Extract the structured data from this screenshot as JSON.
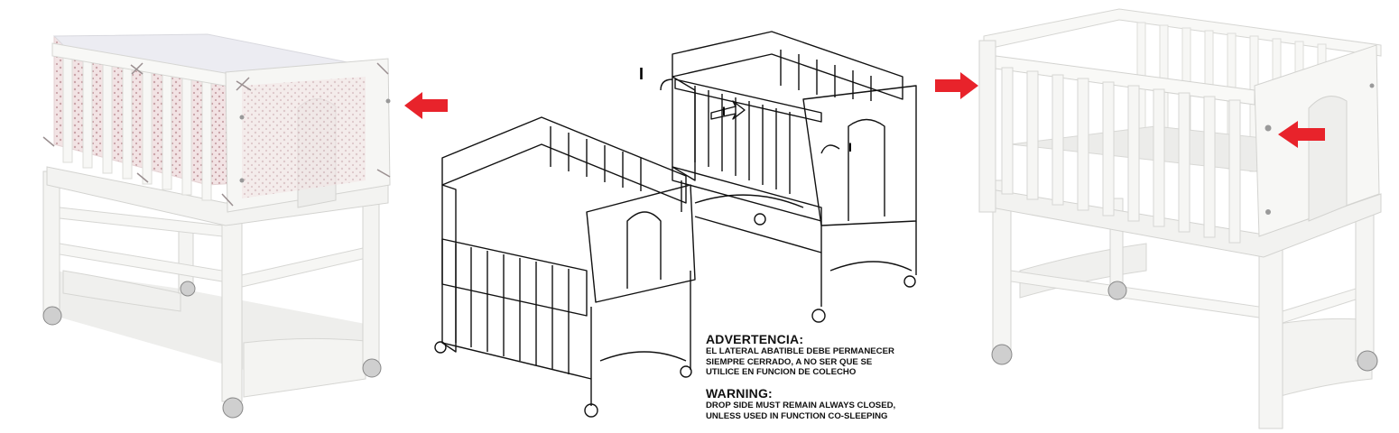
{
  "diagram": {
    "label_i_upper": "I",
    "label_i_middle": "I",
    "label_i_right": "I"
  },
  "warning_es": {
    "title": "ADVERTENCIA:",
    "lines": [
      "EL LATERAL ABATIBLE DEBE PERMANECER",
      "SIEMPRE CERRADO, A NO SER QUE SE",
      "UTILICE EN FUNCION DE COLECHO"
    ]
  },
  "warning_en": {
    "title": "WARNING:",
    "lines": [
      "DROP SIDE MUST REMAIN ALWAYS CLOSED,",
      "UNLESS USED IN FUNCTION CO-SLEEPING"
    ]
  },
  "colors": {
    "arrow": "#e8232b",
    "crib_white": "#f4f4f2",
    "crib_shadow": "#d9d9d6",
    "bumper_pink": "#f0dfe0",
    "line_art": "#111111"
  },
  "icons": [
    "red-arrow-left-icon",
    "red-arrow-right-icon",
    "red-arrow-pointing-icon"
  ]
}
